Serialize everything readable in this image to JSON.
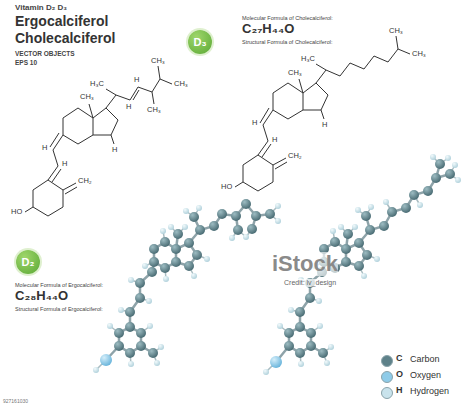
{
  "diagram": {
    "title": "Vitamin D₂ D₃",
    "nodes": [
      {
        "text": [
          "D₃"
        ]
      },
      {
        "text": [
          "D₂"
        ]
      }
    ],
    "labels": [
      "Ergocalciferol",
      "Cholecalciferol",
      "VECTOR OBJECTS",
      "EPS 10",
      "Molecular Formula of Cholecalciferol:",
      "C₂₇H₄₄O",
      "Structural Formula of Cholecalciferol:",
      "Molecular Formula of Ergocalciferol:",
      "C₂₈H₄₄O",
      "Structural Formula of Ergocalciferol:",
      "CH₃",
      "H₃C",
      "H",
      "H",
      "H",
      "CH₃",
      "CH₃",
      "CH₃",
      "H",
      "H",
      "CH₂",
      "HO",
      "H₃C",
      "CH₃",
      "H",
      "CH₃",
      "CH₃",
      "H",
      "H",
      "CH₂",
      "HO",
      "C",
      "O",
      "H",
      "iStock",
      "Credit: lv_design",
      "927161030"
    ],
    "legend": [
      {
        "text": "Carbon",
        "color": "#5e8189"
      },
      {
        "text": "Oxygen",
        "color": "#8ecbe8"
      },
      {
        "text": "Hydrogen",
        "color": "#c9e3ec"
      }
    ]
  }
}
